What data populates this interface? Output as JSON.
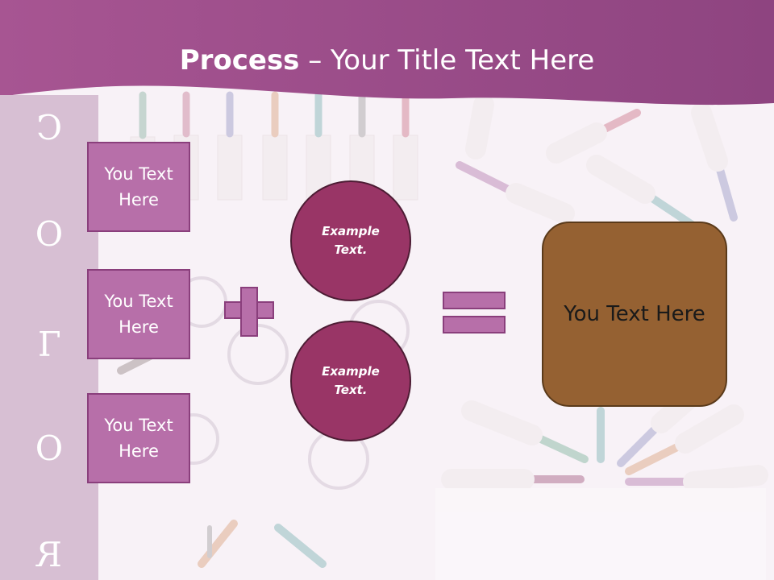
{
  "title": {
    "bold": "Process",
    "rest": " – Your Title Text Here"
  },
  "side_letters": [
    "C",
    "O",
    "L",
    "O",
    "R"
  ],
  "left_boxes": [
    {
      "text": "You Text Here"
    },
    {
      "text": "You Text Here"
    },
    {
      "text": "You Text Here"
    }
  ],
  "circles": [
    {
      "text": "Example Text."
    },
    {
      "text": "Example Text."
    }
  ],
  "result": {
    "text": "You Text Here"
  },
  "colors": {
    "header": "#9b4f8d",
    "box_fill": "#b76fa9",
    "circle_fill": "#993566",
    "result_fill": "#956132",
    "strip": "#d7bfd3"
  },
  "icons": [
    "plus-icon",
    "equals-icon",
    "paintbrush-decoration"
  ]
}
